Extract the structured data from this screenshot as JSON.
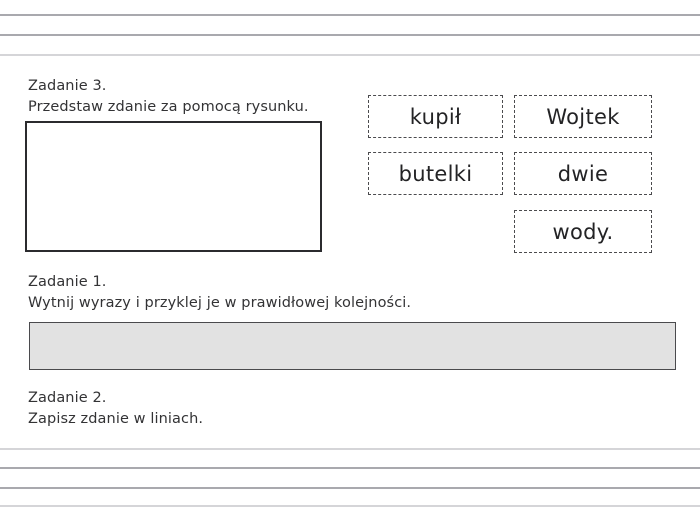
{
  "page": {
    "language": "pl",
    "background_color": "#ffffff",
    "text_color": "#333335",
    "accent_border_color": "#2b2b2e",
    "strip_fill_color": "#e2e2e2",
    "rule_line_color": "#b9b9bd"
  },
  "tasks": [
    {
      "id": "zadanie-3",
      "title": "Zadanie 3.",
      "description": "Przedstaw zdanie za pomocą rysunku."
    },
    {
      "id": "zadanie-1",
      "title": "Zadanie 1.",
      "description": "Wytnij wyrazy i przyklej je w prawidłowej kolejności."
    },
    {
      "id": "zadanie-2",
      "title": "Zadanie 2.",
      "description": "Zapisz zdanie w liniach."
    }
  ],
  "word_cards": [
    {
      "label": "kupił",
      "column": "left",
      "row": 1
    },
    {
      "label": "Wojtek",
      "column": "right",
      "row": 1
    },
    {
      "label": "butelki",
      "column": "left",
      "row": 2
    },
    {
      "label": "dwie",
      "column": "right",
      "row": 2
    },
    {
      "label": "wody.",
      "column": "right",
      "row": 3
    }
  ],
  "drawing_area": {
    "label": "pole na rysunek",
    "content": ""
  },
  "paste_strip": {
    "label": "pasek na przyklejenie wyrazów",
    "content": ""
  },
  "ruled_lines": {
    "top_group_count": 3,
    "bottom_group_count": 4
  }
}
